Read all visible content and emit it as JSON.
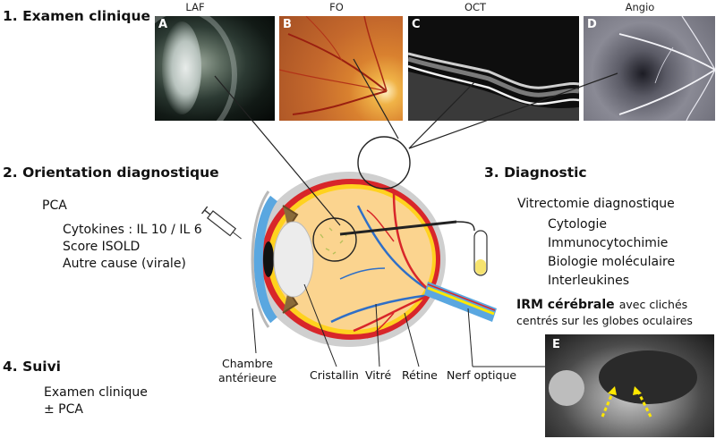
{
  "sections": {
    "exam": "1. Examen clinique",
    "orientation": "2. Orientation diagnostique",
    "diagnostic": "3. Diagnostic",
    "followup": "4. Suivi"
  },
  "panels": [
    {
      "letter": "A",
      "caption": "LAF"
    },
    {
      "letter": "B",
      "caption": "FO"
    },
    {
      "letter": "C",
      "caption": "OCT"
    },
    {
      "letter": "D",
      "caption": "Angio"
    },
    {
      "letter": "E",
      "caption": ""
    }
  ],
  "orientation": {
    "pca": "PCA",
    "items": [
      "Cytokines : IL 10 / IL 6",
      "Score ISOLD",
      "Autre cause (virale)"
    ]
  },
  "diagnostic": {
    "vitrectomy": "Vitrectomie diagnostique",
    "items": [
      "Cytologie",
      "Immunocytochimie",
      "Biologie moléculaire",
      "Interleukines"
    ],
    "irm_bold": "IRM cérébrale",
    "irm_rest": "avec clichés",
    "irm_line2": "centrés sur les globes oculaires"
  },
  "followup": {
    "items": [
      "Examen clinique",
      "± PCA"
    ]
  },
  "eye_labels": {
    "chambre_line1": "Chambre",
    "chambre_line2": "antérieure",
    "cristallin": "Cristallin",
    "vitre": "Vitré",
    "retine": "Rétine",
    "nerf": "Nerf optique"
  }
}
